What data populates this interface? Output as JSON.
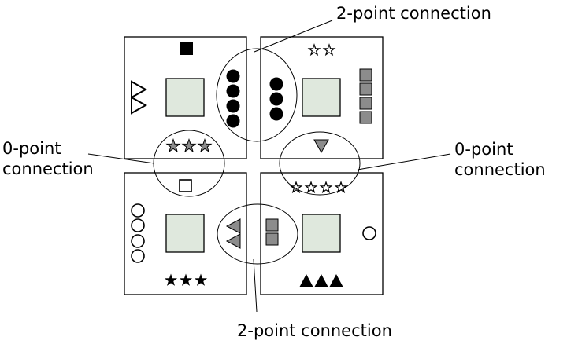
{
  "labels": {
    "top_right": "2-point connection",
    "left_line1": "0-point",
    "left_line2": "connection",
    "right_line1": "0-point",
    "right_line2": "connection",
    "bottom": "2-point connection"
  },
  "colors": {
    "tile_fill": "#dfe8dd",
    "gray_shape": "#8c8c8c",
    "ink": "#000000"
  },
  "tiles": [
    {
      "position": "top-left",
      "edges": {
        "top": "black-square",
        "left": "two-outline-triangles",
        "right": "four-black-circles",
        "bottom": "three-gray-stars"
      }
    },
    {
      "position": "top-right",
      "edges": {
        "top": "two-outline-stars",
        "left": "three-black-circles",
        "right": "four-gray-squares",
        "bottom": "gray-triangle"
      }
    },
    {
      "position": "bottom-left",
      "edges": {
        "top": "outline-square",
        "left": "four-outline-circles",
        "right": "two-gray-triangles",
        "bottom": "three-black-stars"
      }
    },
    {
      "position": "bottom-right",
      "edges": {
        "top": "four-outline-stars",
        "left": "two-gray-squares",
        "right": "outline-circle",
        "bottom": "three-black-triangles"
      }
    }
  ],
  "connections": [
    {
      "between": [
        "top-left",
        "top-right"
      ],
      "points": 2
    },
    {
      "between": [
        "top-left",
        "bottom-left"
      ],
      "points": 0
    },
    {
      "between": [
        "top-right",
        "bottom-right"
      ],
      "points": 0
    },
    {
      "between": [
        "bottom-left",
        "bottom-right"
      ],
      "points": 2
    }
  ]
}
